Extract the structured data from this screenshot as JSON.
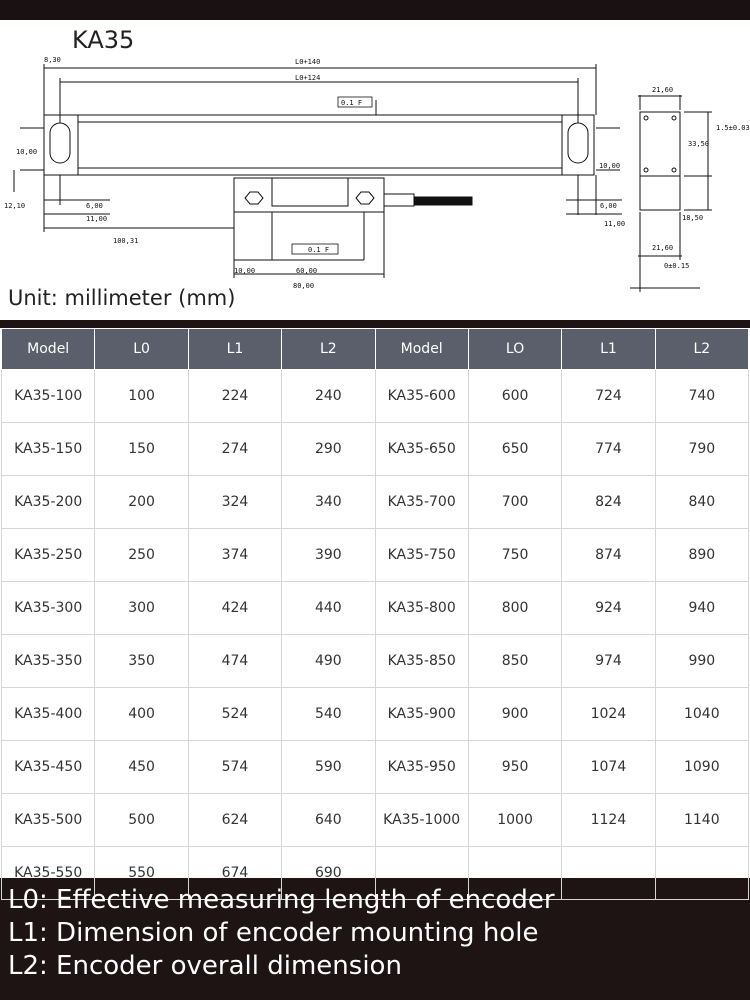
{
  "drawing": {
    "model": "KA35",
    "unit": "Unit: millimeter (mm)",
    "dims": {
      "l0_140": "L0+140",
      "l0_124": "L0+124",
      "d8_30": "8,30",
      "d10_00_left": "10,00",
      "d12_10": "12,10",
      "d6_00_left": "6,00",
      "d11_00_left": "11,00",
      "d100_31": "100,31",
      "tol_top": "0.1 F",
      "tol_bottom": "0.1 F",
      "d10_00_bottom": "10,00",
      "d60_00_a": "60,00",
      "d80_00": "80,00",
      "d10_00_right": "10,00",
      "d6_00_right": "6,00",
      "d11_00_right": "11,00",
      "d21_60_top": "21,60",
      "d1_5": "1.5±0.03",
      "d33_50": "33,50",
      "d18_50": "18,50",
      "d21_60_bottom": "21,60",
      "d0_15": "0±0.15"
    }
  },
  "table": {
    "headers": [
      "Model",
      "L0",
      "L1",
      "L2",
      "Model",
      "LO",
      "L1",
      "L2"
    ],
    "rows": [
      [
        "KA35-100",
        "100",
        "224",
        "240",
        "KA35-600",
        "600",
        "724",
        "740"
      ],
      [
        "KA35-150",
        "150",
        "274",
        "290",
        "KA35-650",
        "650",
        "774",
        "790"
      ],
      [
        "KA35-200",
        "200",
        "324",
        "340",
        "KA35-700",
        "700",
        "824",
        "840"
      ],
      [
        "KA35-250",
        "250",
        "374",
        "390",
        "KA35-750",
        "750",
        "874",
        "890"
      ],
      [
        "KA35-300",
        "300",
        "424",
        "440",
        "KA35-800",
        "800",
        "924",
        "940"
      ],
      [
        "KA35-350",
        "350",
        "474",
        "490",
        "KA35-850",
        "850",
        "974",
        "990"
      ],
      [
        "KA35-400",
        "400",
        "524",
        "540",
        "KA35-900",
        "900",
        "1024",
        "1040"
      ],
      [
        "KA35-450",
        "450",
        "574",
        "590",
        "KA35-950",
        "950",
        "1074",
        "1090"
      ],
      [
        "KA35-500",
        "500",
        "624",
        "640",
        "KA35-1000",
        "1000",
        "1124",
        "1140"
      ],
      [
        "KA35-550",
        "550",
        "674",
        "690",
        "",
        "",
        "",
        ""
      ]
    ]
  },
  "legend": {
    "l0": "L0: Effective measuring length of encoder",
    "l1": "L1: Dimension of encoder mounting hole",
    "l2": "L2: Encoder overall dimension"
  }
}
